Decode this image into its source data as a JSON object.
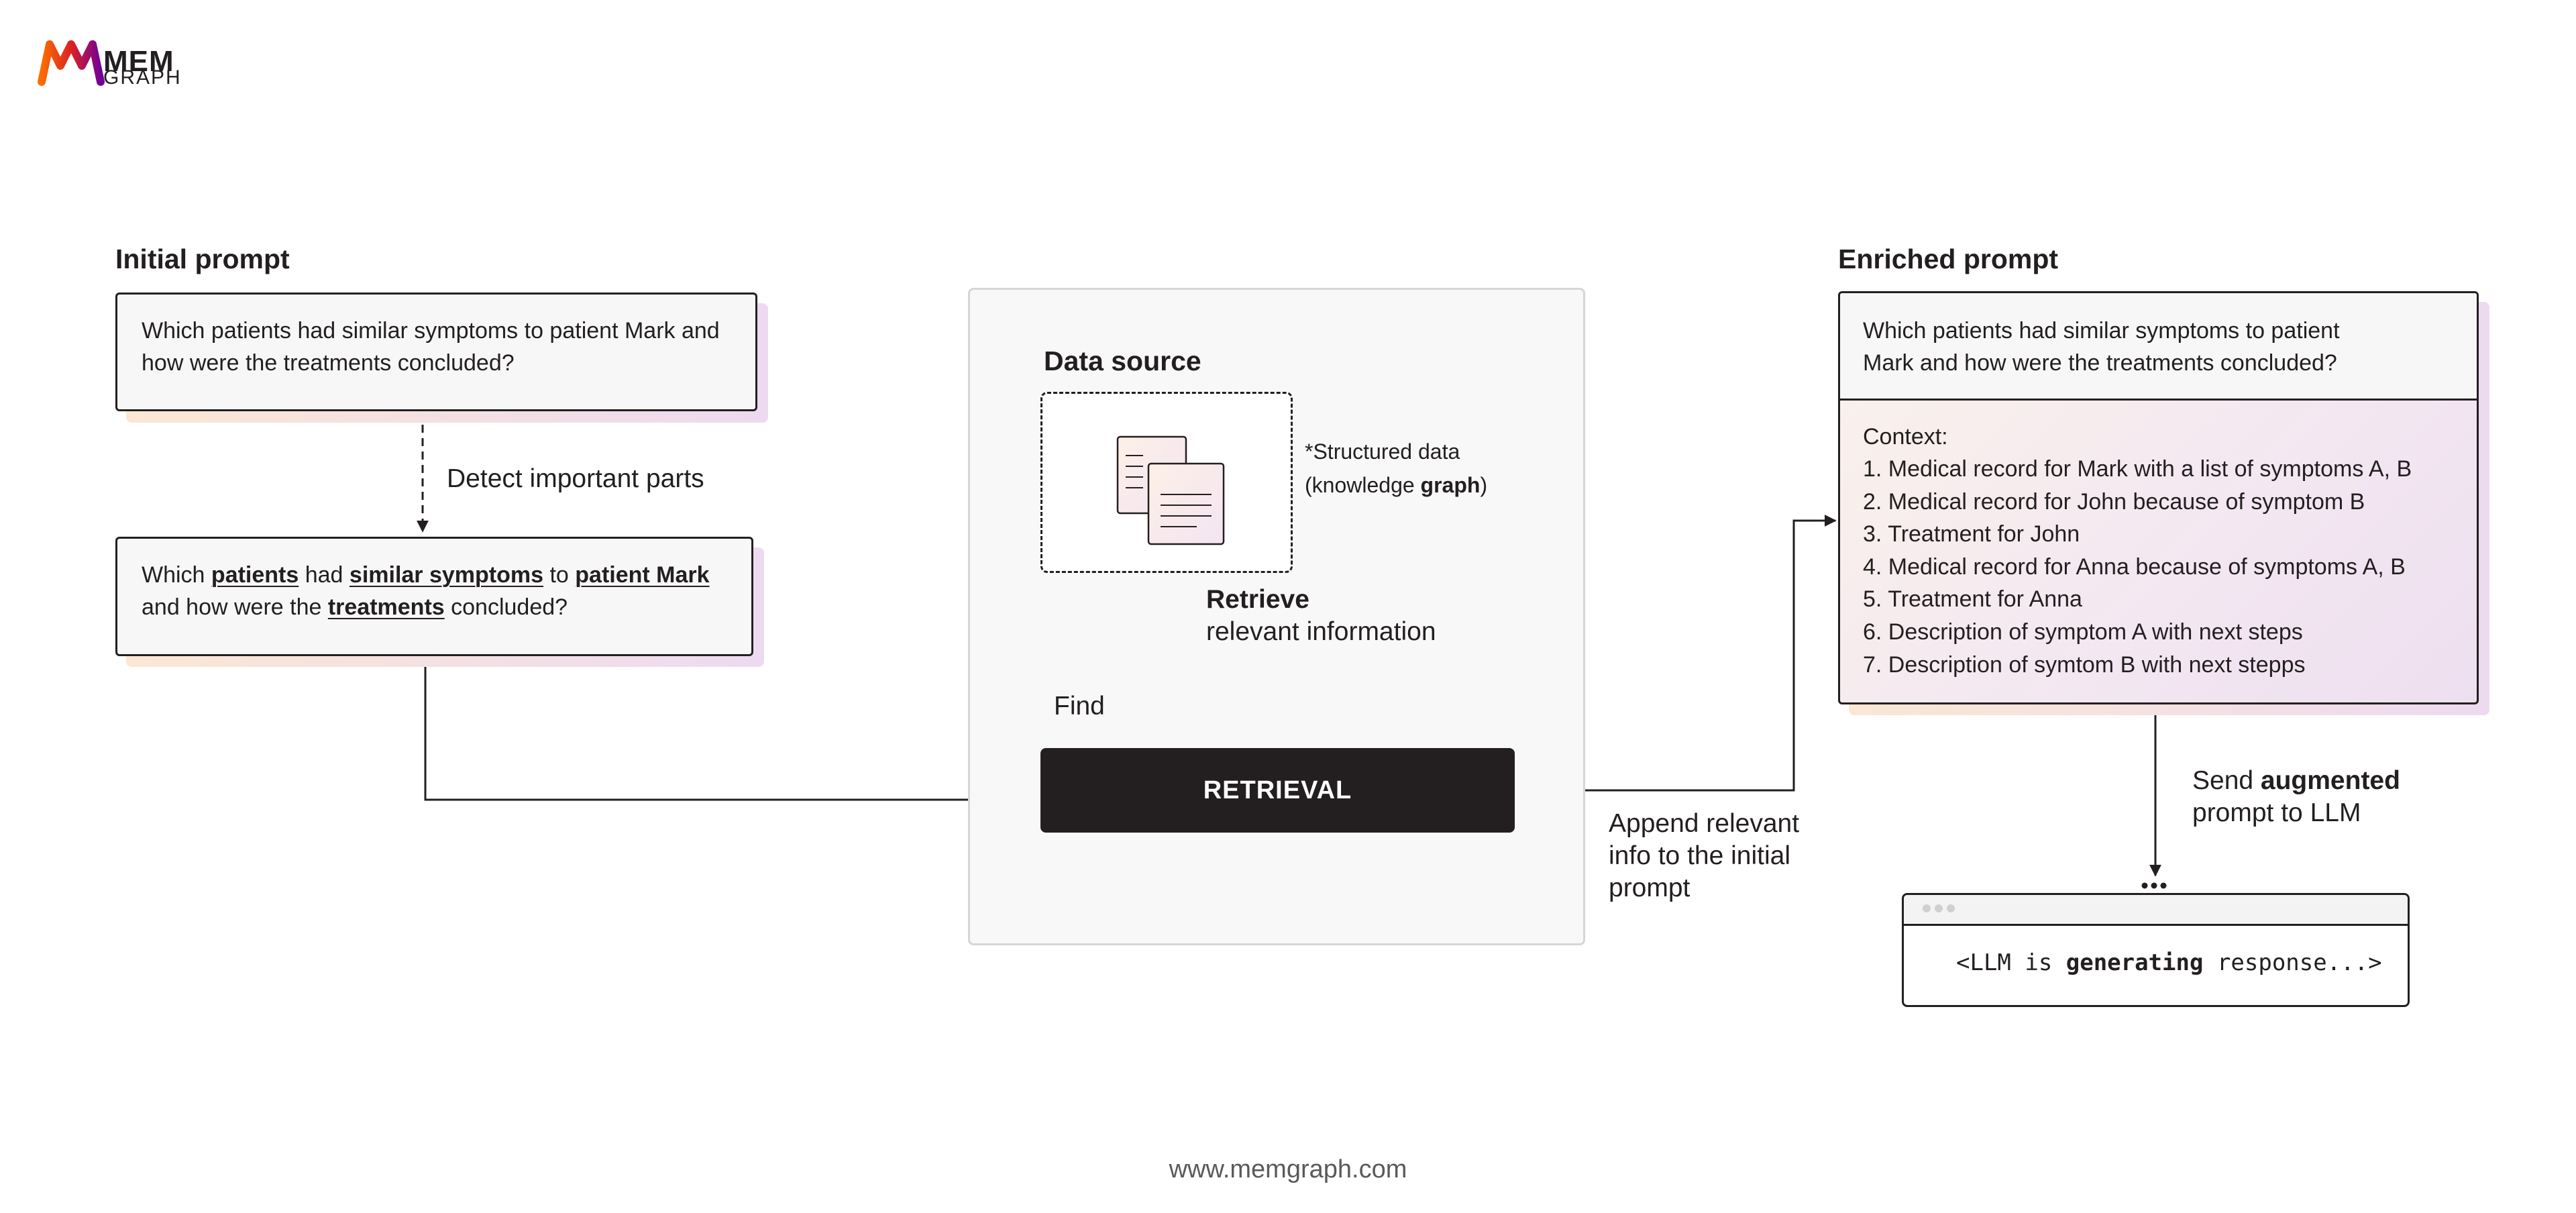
{
  "logo": {
    "line1": "MEM",
    "line2": "GRAPH"
  },
  "initial": {
    "title": "Initial prompt",
    "prompt_line1": "Which patients had similar symptoms to patient Mark and",
    "prompt_line2": "how were the treatments concluded?",
    "detect_label": "Detect important parts",
    "h_w1": "Which ",
    "h_k1": "patients",
    "h_w2": " had ",
    "h_k2": "similar symptoms",
    "h_w3": " to ",
    "h_k3": "patient Mark",
    "h_w4": "and how were the ",
    "h_k4": "treatments",
    "h_w5": " concluded?"
  },
  "data_source": {
    "title": "Data source",
    "note_line1": "*Structured data",
    "note_prefix": "(knowledge ",
    "note_bold": "graph",
    "note_suffix": ")",
    "icon": "documents-icon",
    "retrieve_bold": "Retrieve",
    "retrieve_rest": "relevant information",
    "find_label": "Find",
    "retrieval_label": "RETRIEVAL"
  },
  "append_label": [
    "Append relevant",
    "info to the initial",
    "prompt"
  ],
  "enriched": {
    "title": "Enriched prompt",
    "prompt_line1": "Which patients had similar symptoms to patient",
    "prompt_line2": "Mark and how were the treatments concluded?",
    "context_label": "Context:",
    "context_items": [
      "1. Medical record for Mark with a list of symptoms A, B",
      "2. Medical record for John because of symptom B",
      "3. Treatment for John",
      "4. Medical record for Anna because of symptoms A, B",
      "5. Treatment for Anna",
      "6. Description of symptom A with next steps",
      "7. Description of symtom B with next stepps"
    ]
  },
  "send": {
    "prefix": "Send ",
    "bold": "augmented",
    "line2": "prompt to LLM"
  },
  "llm": {
    "pre": "<LLM is ",
    "bold": "generating",
    "post": " response...>"
  },
  "footer": "www.memgraph.com",
  "colors": {
    "dark": "#231f20",
    "box_bg": "#f7f7f7",
    "panel_bg": "#f8f8f8",
    "gradient_start": "#fbe7d4",
    "gradient_end": "#eddaf0"
  }
}
